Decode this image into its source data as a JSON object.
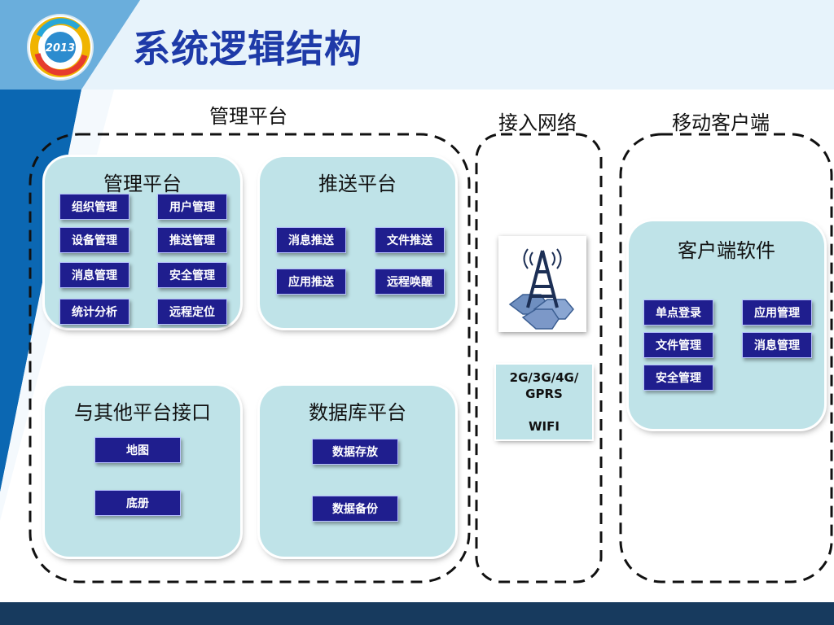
{
  "slide": {
    "title": "系统逻辑结构",
    "colors": {
      "title": "#1e3aa8",
      "panel": "#bfe3e8",
      "chip": "#1f1e8e",
      "band": "#0b67b2",
      "footer": "#173a5e"
    },
    "icons": [
      "logo-2013-icon",
      "antenna-tower-icon"
    ],
    "logo_text": "2013"
  },
  "groups": {
    "management": {
      "label": "管理平台",
      "panels": {
        "management": {
          "title": "管理平台",
          "modules": [
            "组织管理",
            "用户管理",
            "设备管理",
            "推送管理",
            "消息管理",
            "安全管理",
            "统计分析",
            "远程定位"
          ]
        },
        "push": {
          "title": "推送平台",
          "modules": [
            "消息推送",
            "文件推送",
            "应用推送",
            "远程唤醒"
          ]
        },
        "interface": {
          "title": "与其他平台接口",
          "modules": [
            "地图",
            "底册"
          ]
        },
        "database": {
          "title": "数据库平台",
          "modules": [
            "数据存放",
            "数据备份"
          ]
        }
      }
    },
    "network": {
      "label": "接入网络",
      "lines": [
        "2G/3G/4G/",
        "GPRS",
        "WIFI"
      ]
    },
    "mobile": {
      "label": "移动客户端",
      "panel": {
        "title": "客户端软件",
        "modules": [
          "单点登录",
          "应用管理",
          "文件管理",
          "消息管理",
          "安全管理"
        ]
      }
    }
  }
}
